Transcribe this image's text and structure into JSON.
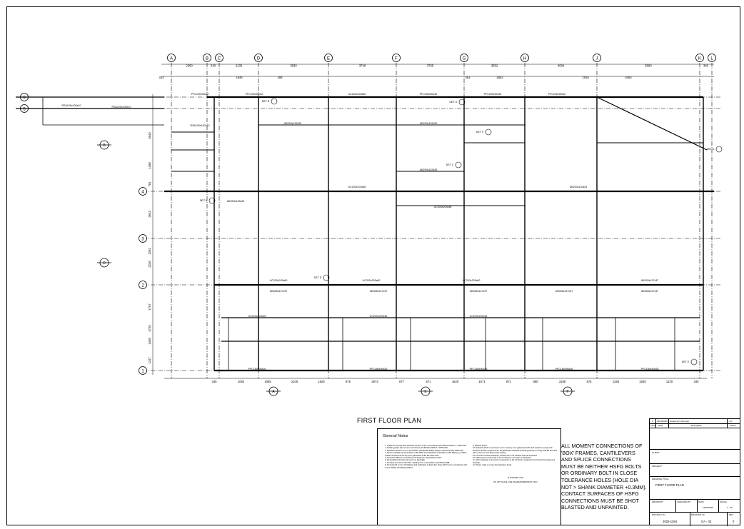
{
  "sheet_title": "FIRST FLOOR PLAN",
  "grid_top": [
    "A",
    "B",
    "C",
    "D",
    "E",
    "F",
    "G",
    "H",
    "J",
    "K",
    "L"
  ],
  "grid_left": [
    "6",
    "5",
    "4",
    "3",
    "2",
    "1"
  ],
  "top_dims": [
    "2360",
    "340",
    "2135",
    "3930",
    "3749",
    "3705",
    "3352",
    "4094",
    "5680",
    "340"
  ],
  "top_dims2": [
    "343",
    "1846",
    "289",
    "453",
    "2852",
    "1916",
    "4464"
  ],
  "bottom_dims": [
    "340",
    "1082",
    "1085",
    "2105",
    "1825",
    "875",
    "2874",
    "877",
    "871",
    "1629",
    "1571",
    "871",
    "860",
    "3198",
    "875",
    "1260",
    "3260",
    "1220",
    "340"
  ],
  "left_dims": [
    "4640",
    "1458",
    "781",
    "2643",
    "2254",
    "2236",
    "1767",
    "4725",
    "1458",
    "1247"
  ],
  "member_labels": [
    "PFC230x90x32",
    "PFC230x90x32",
    "UC203x203x60",
    "PFC230x90x32",
    "PFC230x90x32",
    "PFC230x90x32",
    "UB203x133x25",
    "UB203x133x25",
    "UB203x133x25",
    "UB203x133x25",
    "UB203x133x25",
    "UC203x203x46",
    "UC203x203x46",
    "UB305x127x37",
    "UB305x127x37",
    "UB305x127x37",
    "UB305x127x37",
    "UB305x127x37",
    "UC203x203x46",
    "UC203x203x46",
    "UC203x203x46",
    "PFC180x90x26",
    "PFC180x90x26",
    "PFC180x90x26",
    "PFC180x90x26",
    "PFC180x90x26",
    "UC203x203x60",
    "UC203x203x60",
    "UC203x203x60",
    "UB203x127x37",
    "RSA100x100x10",
    "RSA100x100x10",
    "RSA100x100x10"
  ],
  "det_labels": [
    "DET B",
    "DET A",
    "DET C",
    "DET D",
    "DET E",
    "DET F",
    "DET G",
    "DET H"
  ],
  "section_marks": [
    "B",
    "D",
    "A",
    "E",
    "F"
  ],
  "notes": {
    "heading": "General Notes",
    "col1": [
      "1.    Grades for all mild steel standard sections to be in accordance with BS EN 10025-2 ~ S355 UNO.",
      "2.    All fitting plates also to be in accordance with BS EN 10025-2 ~S355 UNO.",
      "3.    All hollow sections to be in accordance with BS EN 10210-1(Hot) & 10219-1(Cold) S355 UNO.",
      "4.    Non Pre-loaded bolt assemblies to BS 3692. Pre-loaded bolt assemblies to BS 3692 (e.g. HSFG) ~ Grade 8.8 UNO and hot dip spun galvanised to BS EN 1461 UNO.",
      "5.    All Anchors Bolts in accordance with Engineer's Specification UNO.",
      "6.    All specified weld sizes are given as leg length",
      "7.    All welds to be 6mm FW UNO. Welding to be in accordance with BS EN 288",
      "8.    All steelwork is to be CE Marked and Fabricated to Execution Class EXC2 and in accordance with current NSSS 'CE Marking Edition."
    ],
    "col2": [
      "9.    Material Finish:",
      "All steelwork which is external or set in masonry to be galvanised UNO and sealed to comply with architects finishes requirements. All galvanised steelwork (including paints) to comply with BS EN 1461 with a minimum of a 85 µm thick coating.",
      "For concrete encased steelwork, steelwork is to be cleaned and left unpainted.",
      "10.    All dimensions and levels to be confirmed on site prior to fabrication.",
      "11.    All the drawings to be read in conjunction to the Architect's, Engineer's and General Arrangement drawings.",
      "12.    Please notify us of any discrepancies found."
    ],
    "col2_tail": [
      "IF IN DOUBT, ASK!",
      "DO NOT SCALE, USE FIGURED DIMENSION ONLY"
    ]
  },
  "warning": "All moment connections of 'box' frames, cantilevers and splice connections must be neither HSFG bolts or ordinary bolt in close tolerance holes (hole dia not > shank diameter +0.3mm). Contact surfaces of HSFG connections must be shot blasted and unpainted.",
  "title_block": {
    "rev_row": {
      "rev": "0",
      "date": "19/03/2025",
      "desc": "Issued For Approval",
      "by": "J.C"
    },
    "rev_head": {
      "rev": "Index",
      "date": "Date",
      "desc": "Description",
      "by": "Author"
    },
    "client_label": "CLIENT",
    "project_label": "PROJECT",
    "drawing_title_label": "DRAWING TITLE",
    "drawing_title": "FIRST FLOOR PLAN",
    "drawn_label": "DRAWN BY",
    "checked_label": "CHECKED BY",
    "date_label": "DATE",
    "scale_label": "SCALE",
    "date": "13/03/2025",
    "scale": "1 : 50",
    "project_no_label": "PROJECT No.",
    "drawing_no_label": "DRAWING No.",
    "rev_label": "REV",
    "project_no": "2025-1284",
    "drawing_no": "GA - 32",
    "rev": "0"
  },
  "colors": {
    "line": "#000000",
    "steel": "#1a1a1a",
    "grid": "#444444"
  }
}
